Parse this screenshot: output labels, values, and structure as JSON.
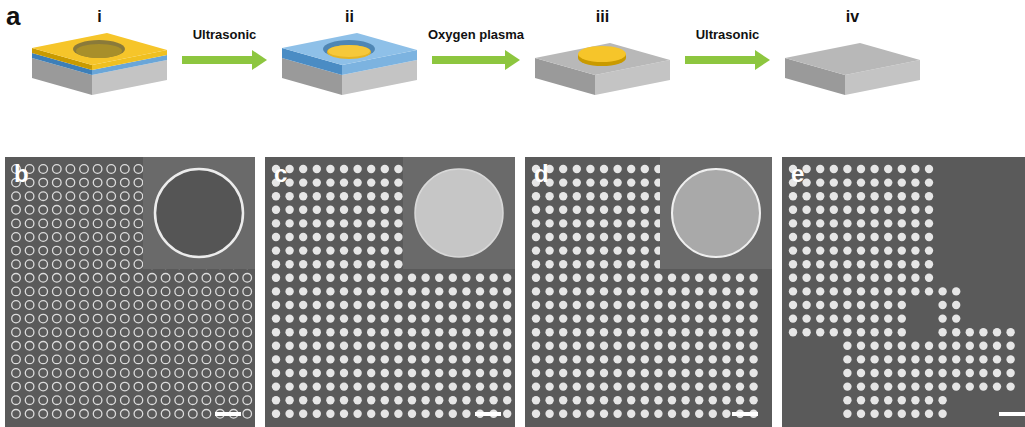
{
  "diagram": {
    "nodes": [
      {
        "text": [
          "i"
        ]
      },
      {
        "text": [
          "ii"
        ]
      },
      {
        "text": [
          "iii"
        ]
      },
      {
        "text": [
          "iv"
        ]
      },
      {
        "text": [
          "b"
        ]
      },
      {
        "text": [
          "c"
        ]
      },
      {
        "text": [
          "d"
        ]
      },
      {
        "text": [
          "e"
        ]
      }
    ],
    "edges": [
      {
        "from": 0,
        "to": 1,
        "label": "Ultrasonic",
        "arrow": "to"
      },
      {
        "from": 1,
        "to": 2,
        "label": "Oxygen plasma",
        "arrow": "to"
      },
      {
        "from": 2,
        "to": 3,
        "label": "Ultrasonic",
        "arrow": "to"
      }
    ],
    "labels": [
      "a"
    ]
  }
}
